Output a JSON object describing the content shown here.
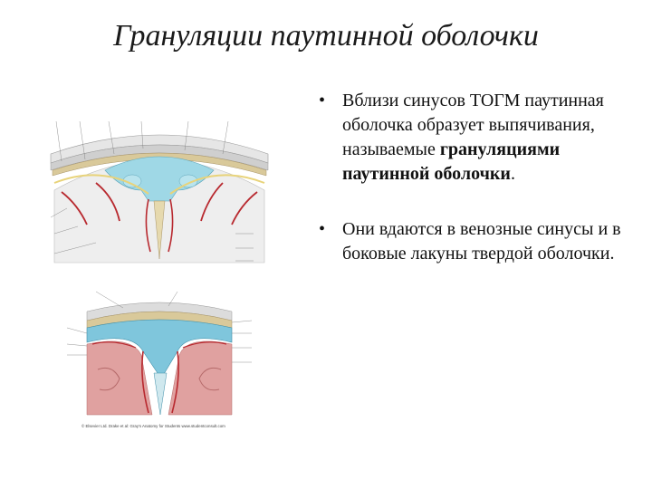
{
  "slide": {
    "title": "Грануляции паутинной оболочки"
  },
  "bullets": [
    {
      "marker": "•",
      "text_before": "Вблизи синусов ТОГМ паутинная оболочка образует выпячивания, называемые ",
      "text_bold": "грануляциями паутинной оболочки",
      "text_after": "."
    },
    {
      "marker": "•",
      "text_before": "Они вдаются в венозные синусы и в боковые лакуны твердой оболочки.",
      "text_bold": "",
      "text_after": ""
    }
  ],
  "figure": {
    "caption": "© Elsevier Ltd. Drake et al: Gray's Anatomy for Students www.studentconsult.com"
  },
  "colors": {
    "dura": "#d9c99a",
    "sinus": "#9fd8e6",
    "vessel": "#b8292f",
    "brain_tissue": "#ececec",
    "cortex_pink": "#e0a1a0",
    "bone": "#dcdcdc"
  }
}
